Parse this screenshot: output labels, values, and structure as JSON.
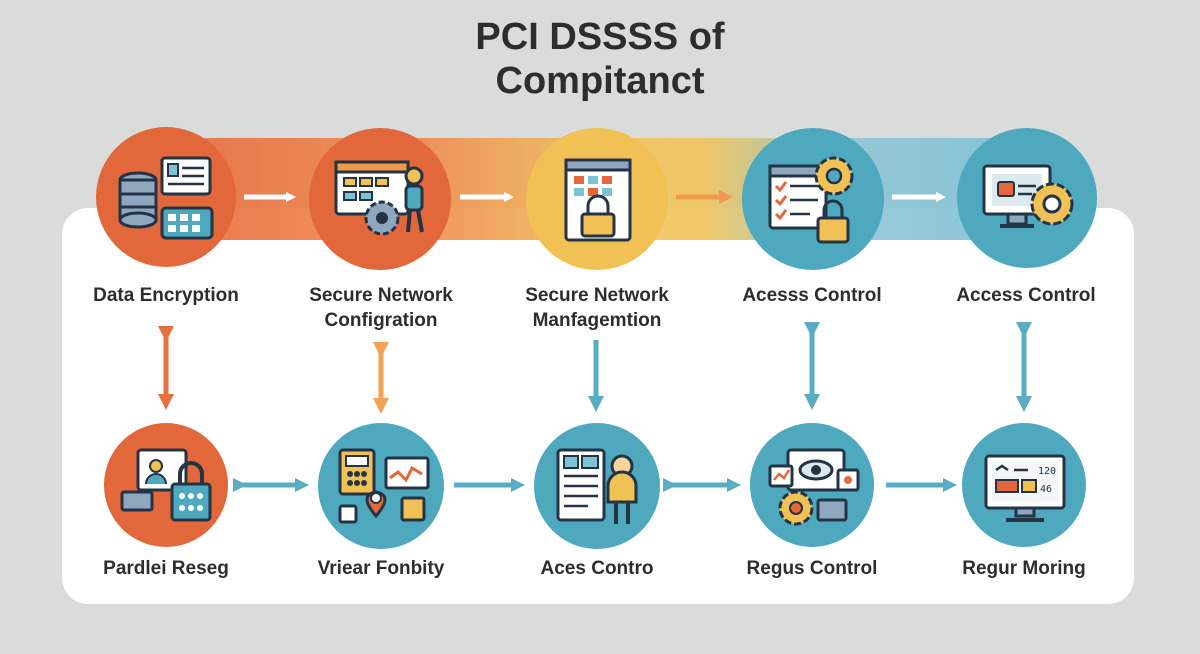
{
  "title": {
    "line1": "PCI DSSSS of",
    "line2": "Compitanct"
  },
  "colors": {
    "orange": "#e2673a",
    "yellow": "#f2c155",
    "teal": "#4ea8be",
    "arrow_orange": "#e6703f",
    "arrow_light_orange": "#f0a255",
    "arrow_teal": "#58adc3",
    "white_arrow": "#ffffff"
  },
  "nodes_top": [
    {
      "label_line1": "Data Encryption",
      "label_line2": "",
      "icon": "database-keypad-icon"
    },
    {
      "label_line1": "Secure Network",
      "label_line2": "Configration",
      "icon": "config-gear-icon"
    },
    {
      "label_line1": "Secure Network",
      "label_line2": "Manfagemtion",
      "icon": "document-lock-icon"
    },
    {
      "label_line1": "Acesss Control",
      "label_line2": "",
      "icon": "checklist-gear-lock-icon"
    },
    {
      "label_line1": "Access Control",
      "label_line2": "",
      "icon": "monitor-gear-icon"
    }
  ],
  "nodes_bottom": [
    {
      "label": "Pardlei Reseg",
      "icon": "user-lock-icon"
    },
    {
      "label": "Vriear Fonbity",
      "icon": "location-board-icon"
    },
    {
      "label": "Aces Contro",
      "icon": "person-panel-icon"
    },
    {
      "label": "Regus Control",
      "icon": "eye-monitor-gear-icon"
    },
    {
      "label": "Regur Moring",
      "icon": "monitoring-screen-icon"
    }
  ]
}
